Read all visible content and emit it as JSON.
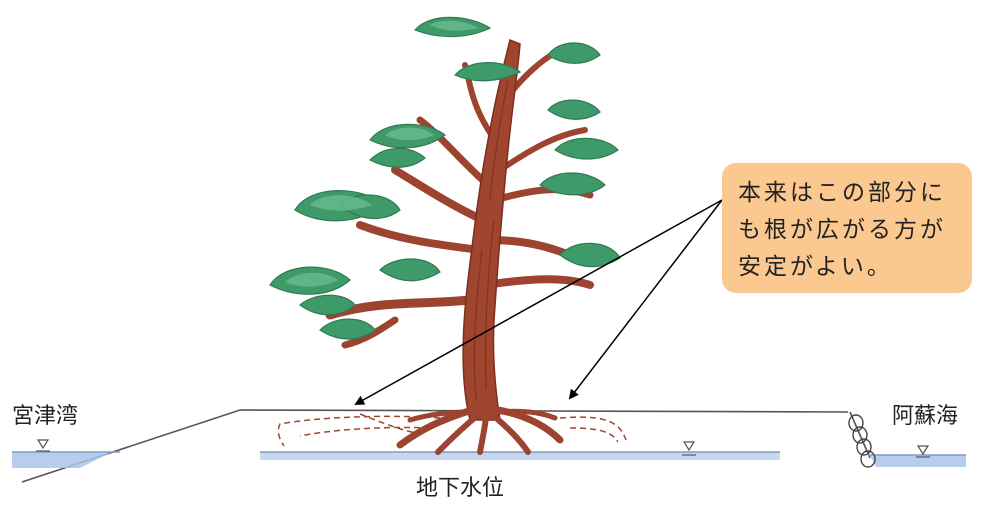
{
  "callout": {
    "lines": [
      "本来はこの部分に",
      "も根が広がる方が",
      "安定がよい。"
    ]
  },
  "labels": {
    "left_water": "宮津湾",
    "right_water": "阿蘇海",
    "groundwater": "地下水位"
  },
  "icons": [
    "pine-tree-icon",
    "water-level-icon",
    "groundwater-level-icon",
    "wave-coil-icon"
  ],
  "colors": {
    "foliage": "#3f9a6a",
    "foliage_light": "#6fc095",
    "trunk": "#a0452e",
    "trunk_dark": "#7a2f1f",
    "water": "#a9c4e8",
    "callout_bg": "#fbc98f",
    "arrow": "#000000"
  }
}
